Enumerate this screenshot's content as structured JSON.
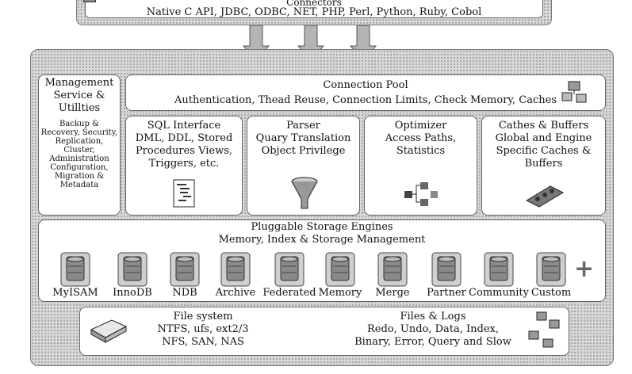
{
  "connectors": {
    "title": "Connectors",
    "subtitle": "Native C API, JDBC, ODBC, NET, PHP, Perl, Python, Ruby, Cobol"
  },
  "management": {
    "title_lines": [
      "Management",
      "Service &",
      "Utillties"
    ],
    "items_lines": [
      "Backup &",
      "Recovery, Security,",
      "Replication,",
      "Cluster,",
      "Administration",
      "Configuration,",
      "Migration &",
      "Metadata"
    ]
  },
  "connection_pool": {
    "title": "Connection Pool",
    "subtitle": "Authentication, Thead Reuse, Connection Limits, Check Memory, Caches"
  },
  "sql_interface": {
    "lines": [
      "SQL Interface",
      "DML, DDL, Stored",
      "Procedures Views,",
      "Triggers, etc."
    ]
  },
  "parser": {
    "lines": [
      "Parser",
      "Quary Translation",
      "Object Privilege"
    ]
  },
  "optimizer": {
    "lines": [
      "Optimizer",
      "Access Paths,",
      "Statistics"
    ]
  },
  "caches": {
    "lines": [
      "Cathes & Buffers",
      "Global and Engine",
      "Specific Caches &",
      "Buffers"
    ]
  },
  "storage_engines": {
    "title": "Pluggable Storage Engines",
    "subtitle": "Memory, Index & Storage Management",
    "engines": [
      "MyISAM",
      "InnoDB",
      "NDB",
      "Archive",
      "Federated",
      "Memory",
      "Merge",
      "Partner",
      "Community",
      "Custom"
    ],
    "plus": "+"
  },
  "file_system": {
    "lines": [
      "File system",
      "NTFS, ufs, ext2/3",
      "NFS, SAN, NAS"
    ]
  },
  "files_logs": {
    "lines": [
      "Files & Logs",
      "Redo, Undo, Data, Index,",
      "Binary, Error, Query and Slow"
    ]
  },
  "colors": {
    "frame": "#d8d8d8",
    "box": "#ffffff",
    "border": "#666666"
  }
}
